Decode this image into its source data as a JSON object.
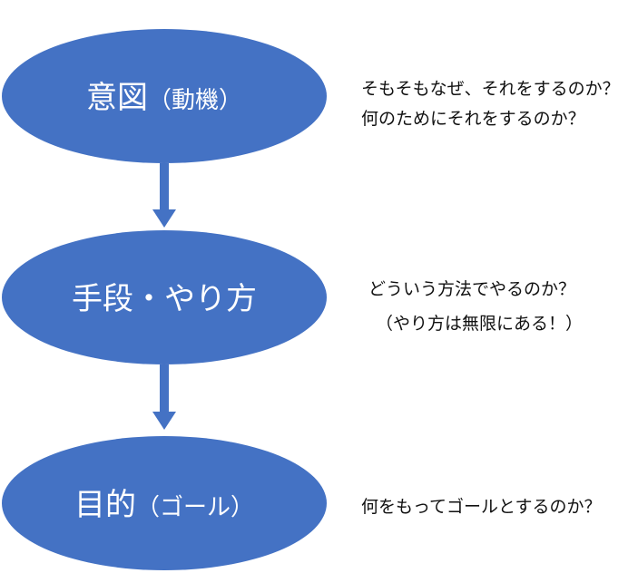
{
  "colors": {
    "node_fill": "#4472C4",
    "node_text": "#ffffff",
    "arrow": "#4472C4",
    "note_text": "#111111"
  },
  "nodes": [
    {
      "main": "意図",
      "sub": "（動機）"
    },
    {
      "main": "手段・やり方",
      "sub": ""
    },
    {
      "main": "目的",
      "sub": "（ゴール）"
    }
  ],
  "notes": [
    {
      "lines": [
        "そもそもなぜ、それをするのか？",
        "何のためにそれをするのか？"
      ]
    },
    {
      "lines": [
        "どういう方法でやるのか？",
        "（やり方は無限にある！）"
      ]
    },
    {
      "lines": [
        "何をもってゴールとするのか？"
      ]
    }
  ]
}
